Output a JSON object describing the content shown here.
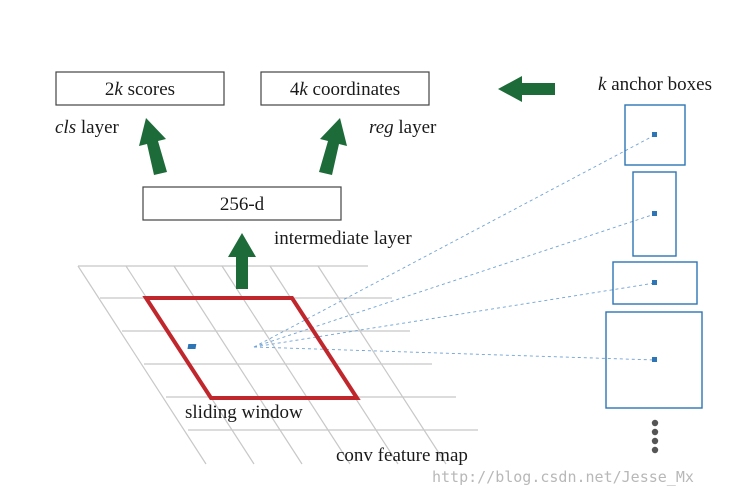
{
  "boxes": {
    "scores": {
      "prefix": "2",
      "k": "k",
      "suffix": " scores"
    },
    "coordinates": {
      "prefix": "4",
      "k": "k",
      "suffix": " coordinates"
    },
    "intermediate": "256-d"
  },
  "labels": {
    "cls": {
      "em": "cls",
      "rest": " layer"
    },
    "reg": {
      "em": "reg",
      "rest": " layer"
    },
    "intermediate_layer": "intermediate layer",
    "anchor_boxes": {
      "k": "k",
      "rest": " anchor boxes"
    },
    "sliding_window": "sliding window",
    "conv_feature_map": "conv feature map"
  },
  "watermark": "http://blog.csdn.net/Jesse_Mx",
  "colors": {
    "arrow": "#1e6b3a",
    "window": "#c0272d",
    "anchor": "#2e75b6",
    "grid": "#c8c8c8",
    "box_stroke": "#444444"
  }
}
